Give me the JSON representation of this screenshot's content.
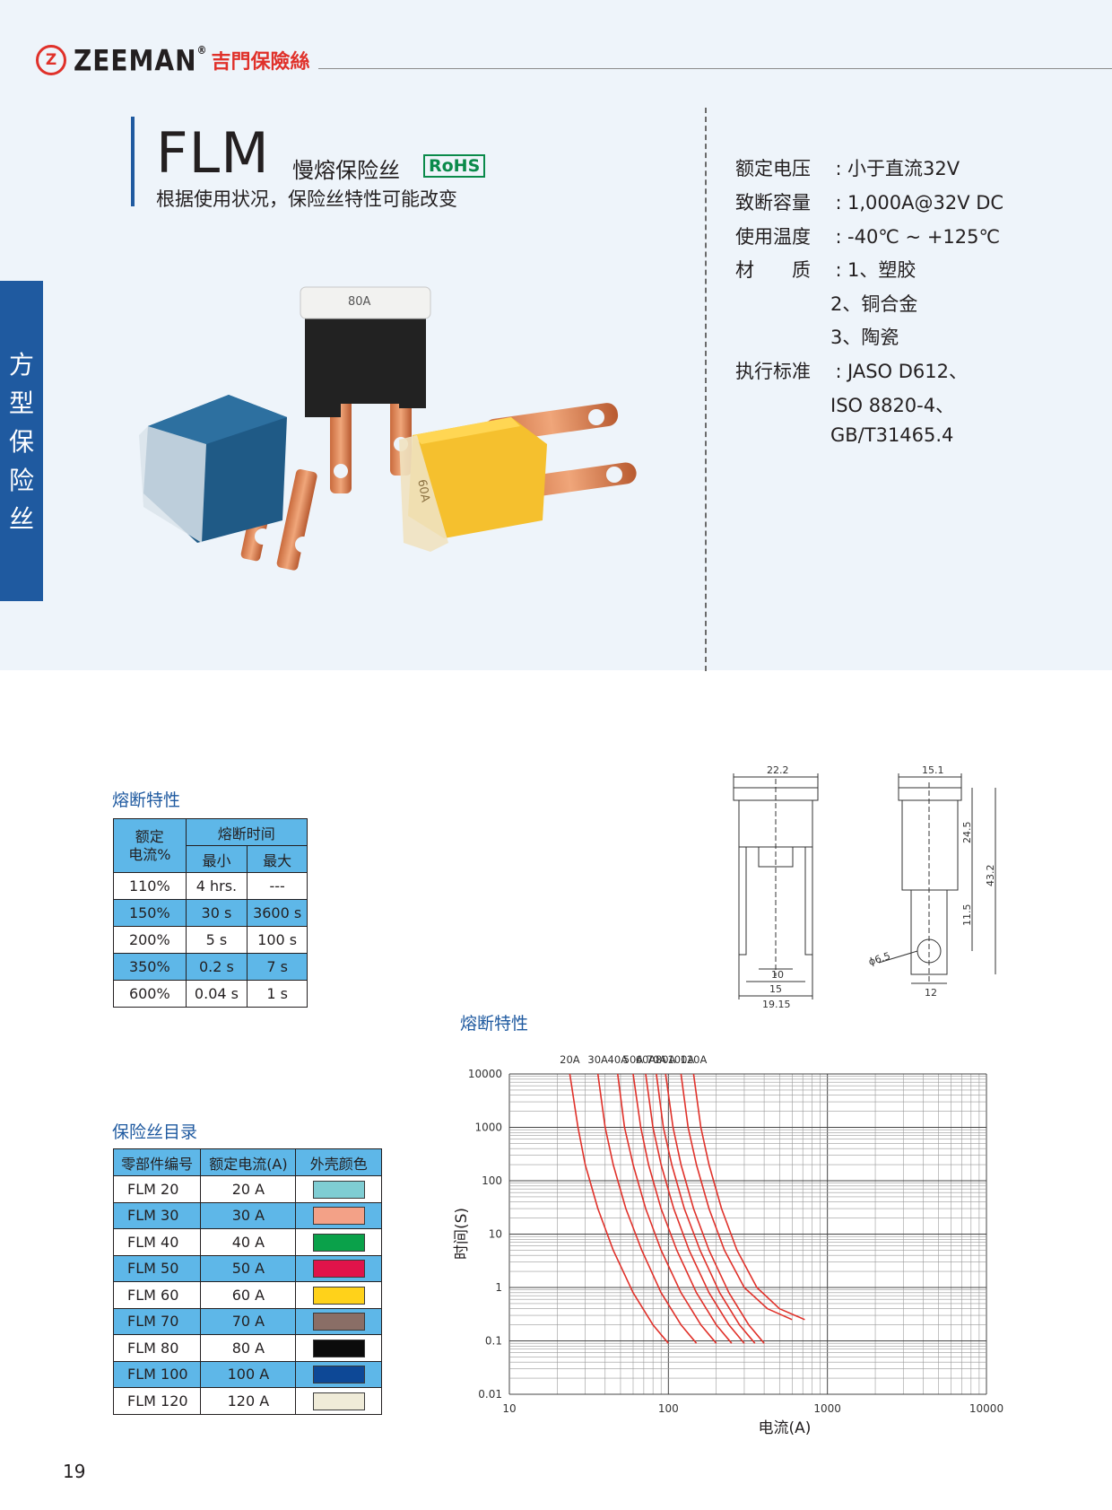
{
  "brand": {
    "mark": "Z",
    "latin": "ZEEMAN",
    "reg": "®",
    "cn": "吉門保險絲"
  },
  "title": {
    "main": "FLM",
    "sub": "慢熔保险丝",
    "badge": "RoHS",
    "note": "根据使用状况，保险丝特性可能改变"
  },
  "side_tab": [
    "方",
    "型",
    "保",
    "险",
    "丝"
  ],
  "specs": [
    {
      "key": "额定电压",
      "value": "小于直流32V"
    },
    {
      "key": "致断容量",
      "value": "1,000A@32V DC"
    },
    {
      "key": "使用温度",
      "value": "-40℃ ~ +125℃"
    },
    {
      "key": "材　　质",
      "value": "1、塑胶"
    }
  ],
  "spec_material_more": [
    "2、铜合金",
    "3、陶瓷"
  ],
  "spec_standard": {
    "key": "执行标准",
    "value": "JASO D612、"
  },
  "spec_standard_more": [
    "ISO 8820-4、",
    "GB/T31465.4"
  ],
  "photo_labels": {
    "black": "80A",
    "yellow": "60A"
  },
  "fusing_section": {
    "title": "熔断特性"
  },
  "fusing_table": {
    "col_rated": "额定\n电流%",
    "col_time": "熔断时间",
    "col_min": "最小",
    "col_max": "最大",
    "rows": [
      [
        "110%",
        "4 hrs.",
        "---"
      ],
      [
        "150%",
        "30 s",
        "3600 s"
      ],
      [
        "200%",
        "5 s",
        "100 s"
      ],
      [
        "350%",
        "0.2 s",
        "7 s"
      ],
      [
        "600%",
        "0.04 s",
        "1 s"
      ]
    ]
  },
  "catalog_section": {
    "title": "保险丝目录"
  },
  "catalog_table": {
    "headers": [
      "零部件编号",
      "额定电流(A)",
      "外壳颜色"
    ],
    "rows": [
      {
        "part": "FLM 20",
        "current": "20 A",
        "color": "#7fcdd3"
      },
      {
        "part": "FLM 30",
        "current": "30 A",
        "color": "#f3a187"
      },
      {
        "part": "FLM 40",
        "current": "40 A",
        "color": "#0aa14a"
      },
      {
        "part": "FLM 50",
        "current": "50 A",
        "color": "#e0134a"
      },
      {
        "part": "FLM 60",
        "current": "60 A",
        "color": "#ffd21a"
      },
      {
        "part": "FLM 70",
        "current": "70 A",
        "color": "#8a6e66"
      },
      {
        "part": "FLM 80",
        "current": "80 A",
        "color": "#0b0b0b"
      },
      {
        "part": "FLM 100",
        "current": "100 A",
        "color": "#0d4896"
      },
      {
        "part": "FLM 120",
        "current": "120 A",
        "color": "#efebd8"
      }
    ]
  },
  "dimensions": {
    "front": [
      "22.2",
      "10",
      "15",
      "19.15"
    ],
    "side": [
      "15.1",
      "24.5",
      "43.2",
      "11.5",
      "ϕ6.5",
      "12"
    ]
  },
  "chart_section": {
    "title": "熔断特性"
  },
  "chart_data": {
    "type": "line",
    "xlabel": "电流(A)",
    "ylabel": "时间(S)",
    "x_scale": "log",
    "y_scale": "log",
    "xlim": [
      10,
      10000
    ],
    "ylim": [
      0.01,
      10000
    ],
    "x_ticks": [
      "10",
      "100",
      "1000",
      "10000"
    ],
    "y_ticks": [
      "10000",
      "1000",
      "100",
      "10",
      "1",
      "0.1",
      "0.01"
    ],
    "grid": true,
    "line_color": "#e0312a",
    "series": [
      {
        "name": "20A",
        "x": [
          24,
          27,
          30,
          36,
          45,
          60,
          80,
          100
        ],
        "y": [
          10000,
          1000,
          200,
          30,
          5,
          0.8,
          0.2,
          0.09
        ]
      },
      {
        "name": "30A",
        "x": [
          36,
          40,
          45,
          54,
          68,
          90,
          120,
          150
        ],
        "y": [
          10000,
          1000,
          200,
          30,
          5,
          0.8,
          0.2,
          0.09
        ]
      },
      {
        "name": "40A",
        "x": [
          48,
          53,
          60,
          72,
          90,
          120,
          160,
          200
        ],
        "y": [
          10000,
          1000,
          200,
          30,
          5,
          0.8,
          0.2,
          0.09
        ]
      },
      {
        "name": "50A",
        "x": [
          60,
          67,
          75,
          90,
          113,
          150,
          200,
          250
        ],
        "y": [
          10000,
          1000,
          200,
          30,
          5,
          0.8,
          0.2,
          0.09
        ]
      },
      {
        "name": "60A",
        "x": [
          72,
          80,
          90,
          108,
          135,
          180,
          240,
          300
        ],
        "y": [
          10000,
          1000,
          200,
          30,
          5,
          0.8,
          0.2,
          0.09
        ]
      },
      {
        "name": "70A",
        "x": [
          84,
          93,
          105,
          126,
          158,
          210,
          280,
          350
        ],
        "y": [
          10000,
          1000,
          200,
          30,
          5,
          0.8,
          0.2,
          0.09
        ]
      },
      {
        "name": "80A",
        "x": [
          96,
          107,
          120,
          144,
          180,
          240,
          320,
          400
        ],
        "y": [
          10000,
          1000,
          200,
          30,
          5,
          0.8,
          0.2,
          0.09
        ]
      },
      {
        "name": "100A",
        "x": [
          120,
          133,
          150,
          180,
          225,
          300,
          420,
          600
        ],
        "y": [
          10000,
          1000,
          200,
          30,
          5,
          1.0,
          0.4,
          0.25
        ]
      },
      {
        "name": "120A",
        "x": [
          144,
          160,
          180,
          216,
          270,
          360,
          500,
          720
        ],
        "y": [
          10000,
          1000,
          200,
          30,
          5,
          1.0,
          0.4,
          0.25
        ]
      }
    ]
  }
}
